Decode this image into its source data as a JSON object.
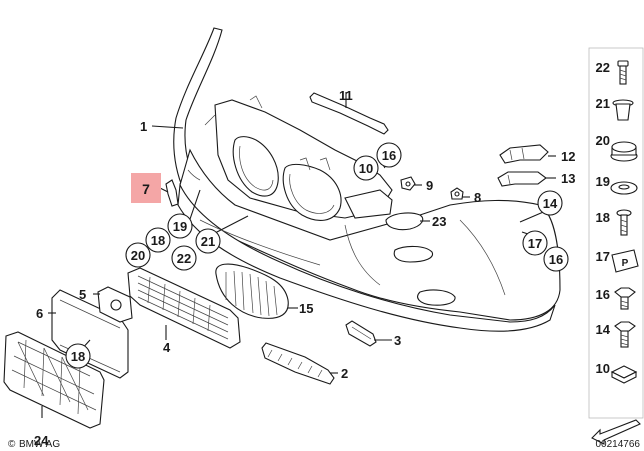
{
  "labels": {
    "l1": "1",
    "l2": "2",
    "l3": "3",
    "l4": "4",
    "l5": "5",
    "l6": "6",
    "l7": "7",
    "l8": "8",
    "l9": "9",
    "l11": "11",
    "l12": "12",
    "l13": "13",
    "l15": "15",
    "l23": "23",
    "l24": "24"
  },
  "circled": {
    "c10": "10",
    "c16a": "16",
    "c14": "14",
    "c17": "17",
    "c16b": "16",
    "c19": "19",
    "c18": "18",
    "c21": "21",
    "c20": "20",
    "c22": "22",
    "c18b": "18"
  },
  "sidebar": {
    "items": [
      "22",
      "21",
      "20",
      "19",
      "18",
      "17",
      "16",
      "14",
      "10"
    ]
  },
  "footer": {
    "brand": "BMW AG",
    "copyright": "©",
    "diagram_number": "00214766"
  },
  "highlight": {
    "label": "7",
    "color": "#f4a6a6"
  }
}
